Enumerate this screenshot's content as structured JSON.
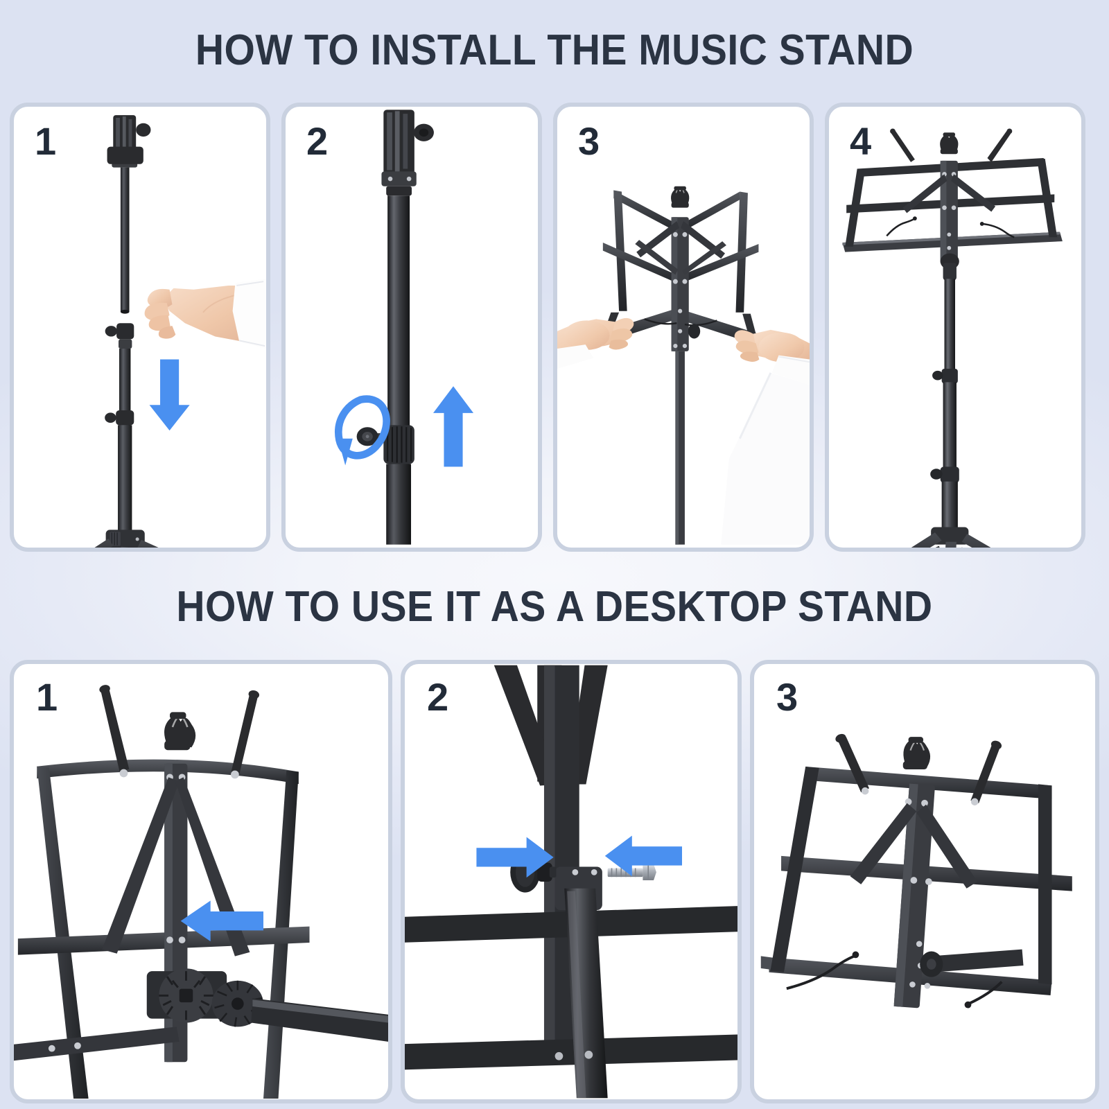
{
  "page": {
    "background_top_color": "#dce2f2",
    "background_mid_color": "#f4f6fb",
    "card_background": "#ffffff",
    "card_border_color": "#c9d1e0",
    "heading_color": "#2b3443",
    "arrow_color": "#4a90f0",
    "hardware_color": "#2a2b2e",
    "skin_color": "#f2cdb4"
  },
  "sections": [
    {
      "id": "install",
      "title": "HOW TO INSTALL THE MUSIC STAND",
      "steps": [
        {
          "number": "1",
          "name": "insert-desk-shaft-into-tripod",
          "illustration": "hand-lowering-upper-shaft-with-folded-desk-into-tripod-base",
          "arrows": [
            {
              "direction": "down",
              "color": "#4a90f0"
            }
          ]
        },
        {
          "number": "2",
          "name": "raise-and-tighten-height-collar",
          "illustration": "telescoping-tube-with-locking-knob-closeup",
          "arrows": [
            {
              "direction": "up",
              "color": "#4a90f0"
            },
            {
              "direction": "rotate",
              "color": "#4a90f0"
            }
          ]
        },
        {
          "number": "3",
          "name": "unfold-desk-wings",
          "illustration": "two-hands-opening-v-shaped-folding-music-desk",
          "arrows": []
        },
        {
          "number": "4",
          "name": "finished-floor-stand",
          "illustration": "fully-assembled-music-stand-on-tripod",
          "arrows": []
        }
      ]
    },
    {
      "id": "desktop",
      "title": "HOW TO USE IT AS A DESKTOP STAND",
      "steps": [
        {
          "number": "1",
          "name": "release-tilt-gear-coupling",
          "illustration": "desk-frame-closeup-with-toothed-tilt-coupling",
          "arrows": [
            {
              "direction": "left",
              "color": "#4a90f0"
            }
          ]
        },
        {
          "number": "2",
          "name": "remove-knob-and-bolt",
          "illustration": "center-column-joint-with-thumb-knob-and-bolt",
          "arrows": [
            {
              "direction": "right",
              "color": "#4a90f0"
            },
            {
              "direction": "left",
              "color": "#4a90f0"
            }
          ],
          "parts": [
            {
              "name": "thumb-knob",
              "label": ""
            },
            {
              "name": "bolt-screw",
              "label": ""
            }
          ]
        },
        {
          "number": "3",
          "name": "finished-desktop-stand",
          "illustration": "desk-frame-resting-flat-as-tabletop-stand",
          "arrows": []
        }
      ]
    }
  ]
}
